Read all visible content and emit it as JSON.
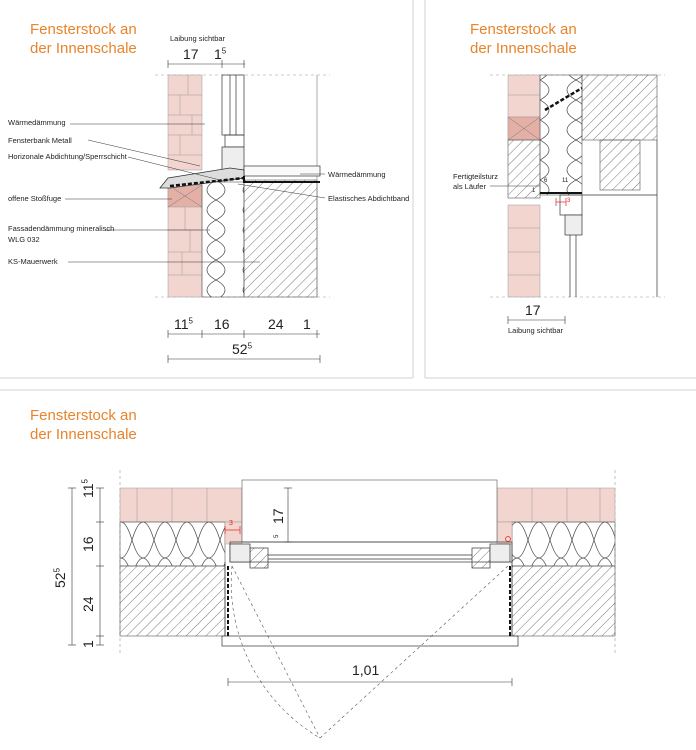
{
  "panels": {
    "top_left": {
      "title_line1": "Fensterstock an",
      "title_line2": "der Innenschale",
      "laibung_label": "Laibung sichtbar",
      "dim_top_a": "17",
      "dim_top_b": "1",
      "dim_top_b_sup": "5",
      "labels": {
        "waermedaemmung": "Wärmedämmung",
        "fensterbank": "Fensterbank Metall",
        "abdichtung": "Horizonale Abdichtung/Sperrschicht",
        "stossfuge": "offene Stoßfuge",
        "fassade_line1": "Fassadendämmung mineralisch",
        "fassade_line2": "WLG 032",
        "ks": "KS-Mauerwerk",
        "waermedaemmung_right": "Wärmedämmung",
        "elastisch": "Elastisches Abdichtband"
      },
      "dims_bottom": {
        "a": "11",
        "a_sup": "5",
        "b": "16",
        "c": "24",
        "d": "1",
        "total": "52",
        "total_sup": "5"
      }
    },
    "top_right": {
      "title_line1": "Fensterstock an",
      "title_line2": "der Innenschale",
      "sturz_line1": "Fertigteilsturz",
      "sturz_line2": "als Läufer",
      "dim_bottom": "17",
      "laibung_label": "Laibung sichtbar",
      "small_dims": {
        "a": "6",
        "b": "11",
        "c": "1",
        "d": "3"
      }
    },
    "bottom": {
      "title_line1": "Fensterstock an",
      "title_line2": "der Innenschale",
      "dims_left": {
        "a": "11",
        "a_sup": "5",
        "b": "16",
        "c": "24",
        "d": "1",
        "total": "52",
        "total_sup": "5"
      },
      "dim_reveal": "17",
      "dim_small": "5",
      "dim_red": "3",
      "dim_width": "1,01"
    }
  },
  "colors": {
    "accent": "#e8842c",
    "brick": "#f2d5cf",
    "brick_dark": "#e4b0a6",
    "red_dim": "#e02020",
    "separator": "#d0d0d0"
  }
}
